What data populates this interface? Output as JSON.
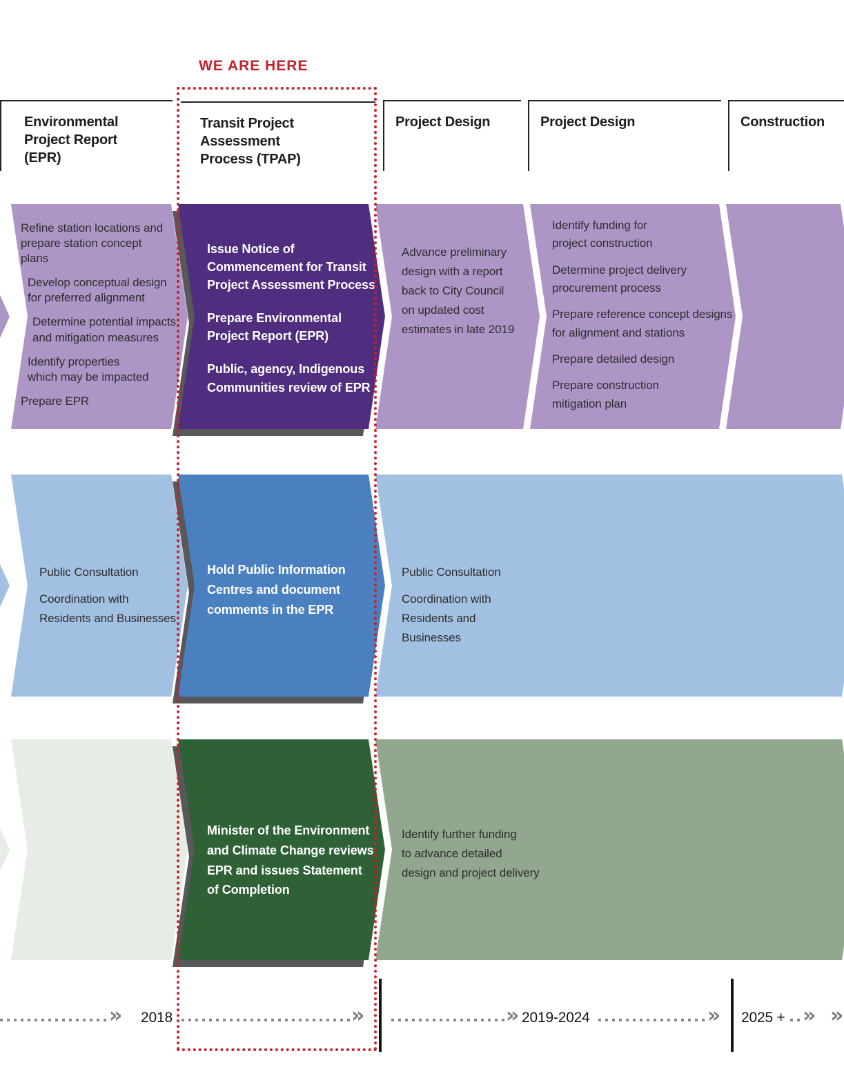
{
  "marker": {
    "label": "WE ARE HERE"
  },
  "phases": [
    {
      "title": "Environmental\nProject Report\n(EPR)"
    },
    {
      "title": "Transit Project\nAssessment\nProcess (TPAP)"
    },
    {
      "title": "Project Design"
    },
    {
      "title": "Project Design"
    },
    {
      "title": "Construction"
    }
  ],
  "rows": {
    "technical": {
      "epr": {
        "item1": "Refine station locations and\nprepare station concept\nplans",
        "item2": "Develop conceptual design\nfor preferred alignment",
        "item3": "Determine potential impacts\nand mitigation measures",
        "item4": "Identify properties\nwhich may be impacted",
        "item5": "Prepare EPR"
      },
      "tpap": {
        "item1": "Issue Notice of\nCommencement for Transit\nProject Assessment Process",
        "item2": "Prepare Environmental\nProject Report (EPR)",
        "item3": "Public, agency, Indigenous\nCommunities review of EPR"
      },
      "design1": {
        "item1": "Advance preliminary\ndesign with a report\nback to City Council\non updated cost\nestimates in late 2019"
      },
      "design2": {
        "item1": "Identify funding for\nproject construction",
        "item2": "Determine project delivery\nprocurement process",
        "item3": "Prepare reference concept designs\nfor alignment and stations",
        "item4": "Prepare detailed design",
        "item5": "Prepare construction\nmitigation plan"
      }
    },
    "consultation": {
      "epr": {
        "item1": "Public Consultation",
        "item2": "Coordination with\nResidents and Businesses"
      },
      "tpap": {
        "item1": "Hold Public Information\nCentres and document\ncomments in the EPR"
      },
      "design": {
        "item1": "Public Consultation",
        "item2": "Coordination with\nResidents and\nBusinesses"
      }
    },
    "approval": {
      "tpap": {
        "item1": "Minister of the Environment\nand Climate Change reviews\nEPR and issues Statement\nof Completion"
      },
      "design": {
        "item1": "Identify further funding\nto advance detailed\ndesign and project delivery"
      }
    }
  },
  "timeline": {
    "label1": "2018",
    "label2": "2019-2024",
    "label3": "2025 +"
  },
  "colors": {
    "purple_light": "#ad96c6",
    "purple_dark": "#4f2d7f",
    "blue_light": "#a2c0e1",
    "blue_dark": "#4a80c0",
    "green_pale": "#e6ede5",
    "green_mid": "#92a88e",
    "green_dark": "#2f6137",
    "accent_red": "#c5202b",
    "shadow_grey": "#58585a"
  }
}
